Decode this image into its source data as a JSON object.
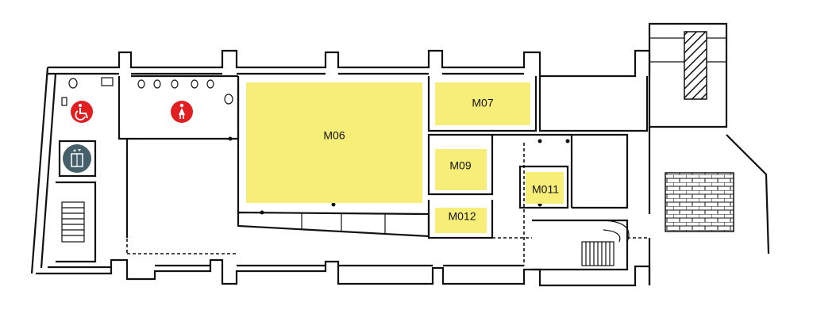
{
  "rooms": [
    {
      "id": "M06",
      "label": "M06"
    },
    {
      "id": "M07",
      "label": "M07"
    },
    {
      "id": "M09",
      "label": "M09"
    },
    {
      "id": "M011",
      "label": "M011"
    },
    {
      "id": "M012",
      "label": "M012"
    }
  ],
  "icons": {
    "accessible_toilet": "wheelchair-icon",
    "womens_toilet": "woman-icon",
    "elevator": "elevator-icon"
  },
  "colors": {
    "room_fill": "#f7ee7a",
    "icon_red": "#e02020",
    "elevator_bg": "#46606b",
    "wall": "#111111"
  }
}
